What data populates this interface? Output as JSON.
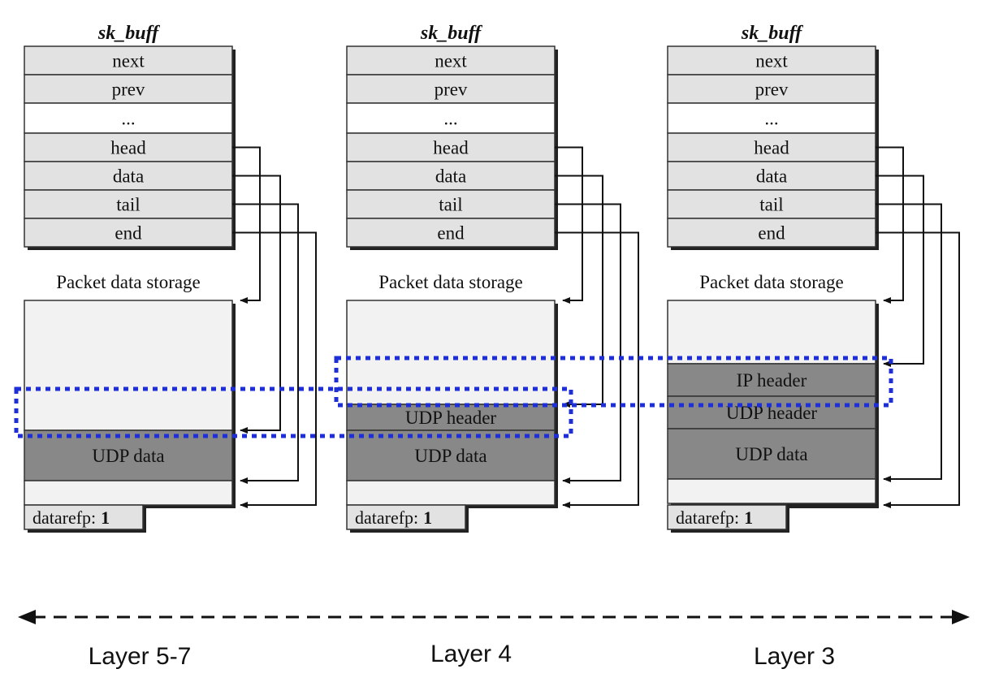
{
  "struct_title": "sk_buff",
  "struct_fields": [
    "next",
    "prev",
    "...",
    "head",
    "data",
    "tail",
    "end"
  ],
  "storage_label": "Packet data storage",
  "dataref_label": "datarefp:",
  "dataref_value": "1",
  "panels": [
    {
      "layer_label": "Layer 5-7",
      "segments": [
        {
          "kind": "free",
          "text": ""
        },
        {
          "kind": "payload",
          "text": "UDP data"
        },
        {
          "kind": "free",
          "text": ""
        }
      ]
    },
    {
      "layer_label": "Layer 4",
      "segments": [
        {
          "kind": "free",
          "text": ""
        },
        {
          "kind": "header",
          "text": "UDP header"
        },
        {
          "kind": "payload",
          "text": "UDP data"
        },
        {
          "kind": "free",
          "text": ""
        }
      ]
    },
    {
      "layer_label": "Layer 3",
      "segments": [
        {
          "kind": "free",
          "text": ""
        },
        {
          "kind": "header",
          "text": "IP header"
        },
        {
          "kind": "header",
          "text": "UDP header"
        },
        {
          "kind": "payload",
          "text": "UDP data"
        },
        {
          "kind": "free",
          "text": ""
        }
      ]
    }
  ],
  "colors": {
    "field_fill": "#e2e2e2",
    "blank_fill": "#ffffff",
    "free_fill": "#f2f2f2",
    "header_fill": "#888888",
    "payload_fill": "#888888",
    "line": "#333333",
    "shadow": "#222222",
    "highlight": "#1f2fd6"
  }
}
